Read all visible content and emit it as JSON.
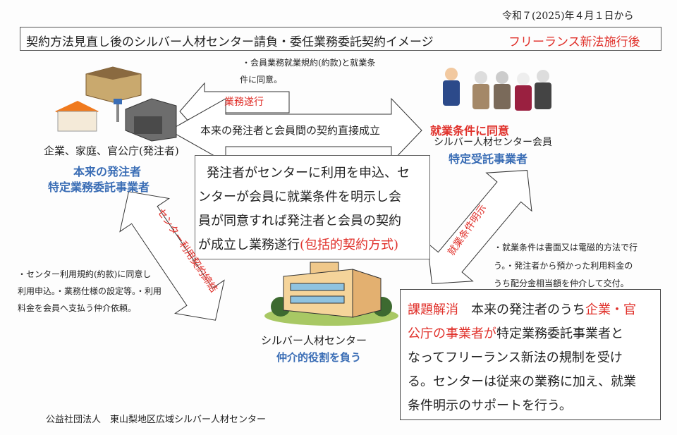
{
  "date_line": "令和７(2025)年４月１日から",
  "title": {
    "main": "契約方法見直し後のシルバー人材センター請負・委任業務委託契約イメージ",
    "highlight": "フリーランス新法施行後"
  },
  "top_note": [
    "・会員業務就業規約(約款)と就業条",
    "件に同意。"
  ],
  "arrow_labels": {
    "work": "業務遂行",
    "direct": "本来の発注者と会員間の契約直接成立",
    "center_contract": "センター利用契約締結",
    "conditions": "就業条件明示"
  },
  "client": {
    "label": "企業、家庭、官公庁(発注者)",
    "role1": "本来の発注者",
    "role2": "特定業務委託事業者"
  },
  "member": {
    "agree": "就業条件に同意",
    "label": "シルバー人材センター会員",
    "role": "特定受託事業者"
  },
  "center_box": {
    "lines": [
      "発注者がセンターに利用を申込、セ",
      "ンターが会員に就業条件を明示し会",
      "員が同意すれば発注者と会員の契約"
    ],
    "last_plain": "が成立し業務遂行",
    "last_red": "(包括的契約方式)"
  },
  "left_note": [
    "・センター利用規約(約款)に同意し",
    "利用申込。・業務仕様の設定等。・利用",
    "料金を会員へ支払う仲介依頼。"
  ],
  "right_note": [
    "・就業条件は書面又は電磁的方法で行",
    "う。・発注者から預かった利用料金の",
    "うち配分金相当額を仲介して交付。"
  ],
  "center": {
    "label": "シルバー人材センター",
    "role": "仲介的役割を負う"
  },
  "issue_box": {
    "l1_red": "課題解消",
    "l1_plain": "　本来の発注者のうち",
    "l1_red2": "企業・官",
    "l2_red": "公庁の事業者が",
    "l2_plain": "特定業務委託事業者と",
    "l3": "なってフリーランス新法の規制を受け",
    "l4": "る。センターは従来の業務に加え、就業",
    "l5": "条件明示のサポートを行う。"
  },
  "footer": "公益社団法人　東山梨地区広域シルバー人材センター"
}
